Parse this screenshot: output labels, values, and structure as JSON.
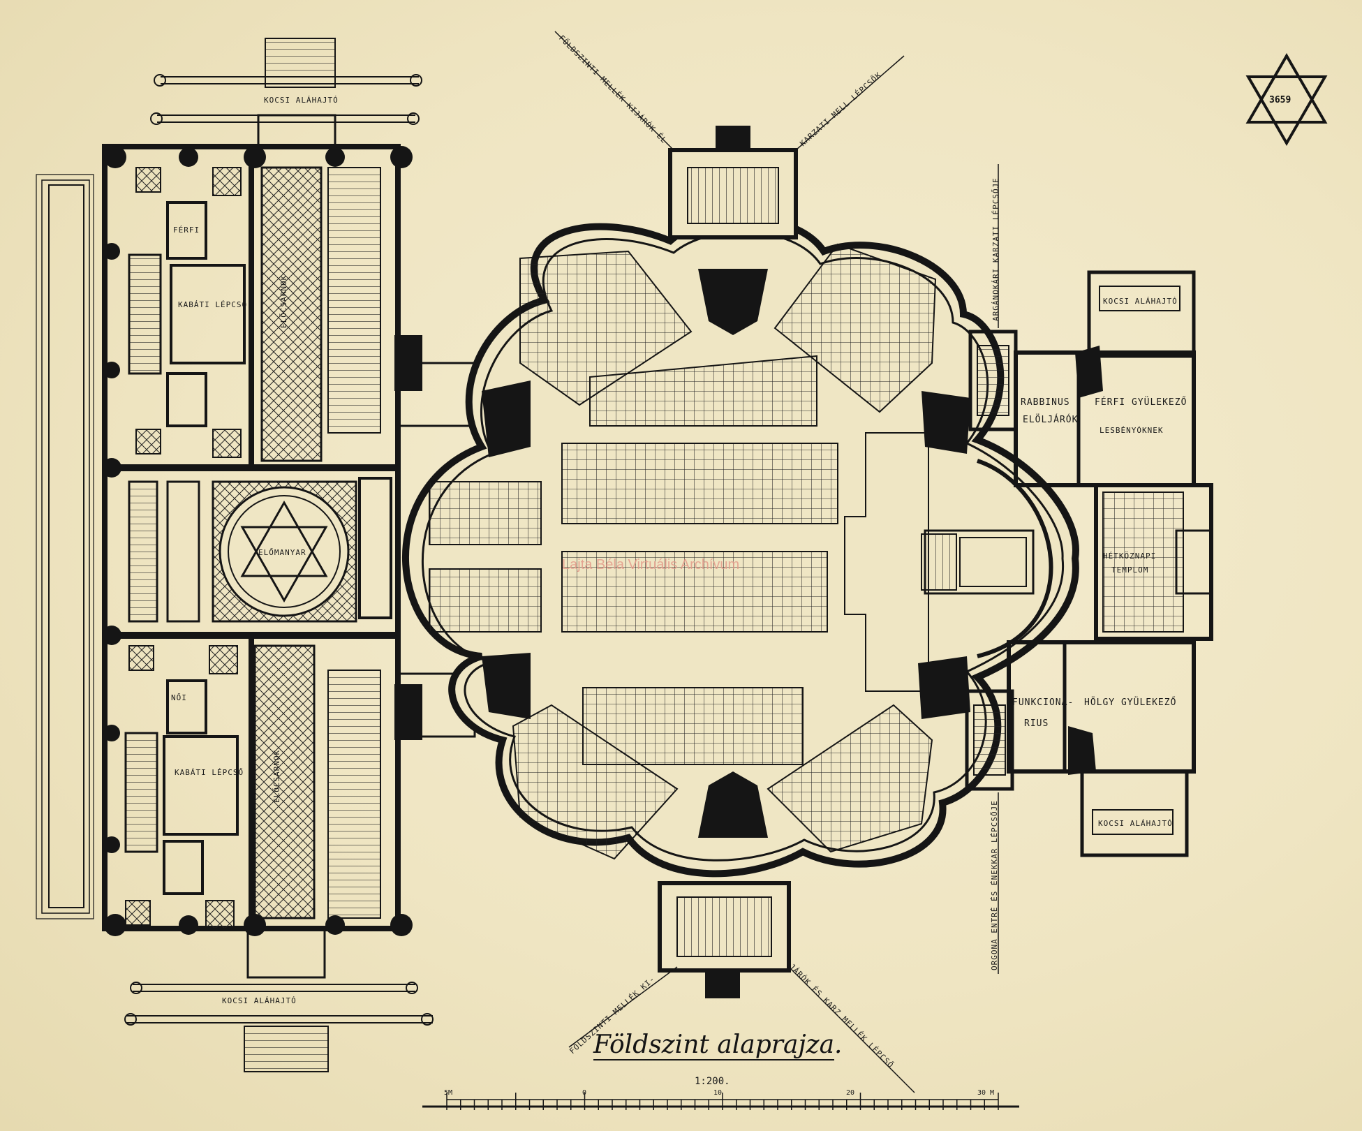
{
  "title": "Földszint alaprajza.",
  "scale": "1:200.",
  "watermark": "Lajta Béla Virtuális Archívum",
  "badge_number": "3659",
  "scale_bar": {
    "ticks": [
      "5M",
      "0",
      "10",
      "20",
      "30 M"
    ]
  },
  "labels": {
    "kocsi_alahajto": "KOCSI ALÁHAJTÓ",
    "kabinet_lepcso": "KABÁTI LÉPCSŐ",
    "elocsarnok": "ELŐCSARNOK",
    "elomanyar": "ELŐMANYAR",
    "wc": "FÉRFI",
    "wc2": "NŐI",
    "foldszint_kijarat_top": "FÖLDSZINTI MELLÉK KIJÁRÓK ÉL",
    "karzati_lepcsok": "KARZATI MELL LÉPCSŐK",
    "arganokari_lepcso": "ARGÁNOKÁRI KARZATI LÉPCSŐJE",
    "rabbinus": "RABBINUS",
    "eloljarok": "ELÖLJÁRÓK",
    "ferfi_gyulekezo": "FÉRFI GYÜLEKEZŐ",
    "lesbenyoknek": "LESBÉNYÓKNEK",
    "hetkoznapi": "HÉTKÖZNAPI",
    "templom": "TEMPLOM",
    "funkcionarius": "FUNKCIONÁ-",
    "rius": "RIUS",
    "holgy_gyulekezo": "HÖLGY GYÜLEKEZŐ",
    "orgona_lepcso": "ORGONA ENTRÉ ÉS ÉNEKKAR LÉPCSŐJE",
    "foldszint_kijarat_bottom": "FÖLDSZINTI MELLÉK KI-",
    "jarok_karzat": "JÁRÓK ÉS KARZ MELLÉK LÉPCSŐ"
  }
}
